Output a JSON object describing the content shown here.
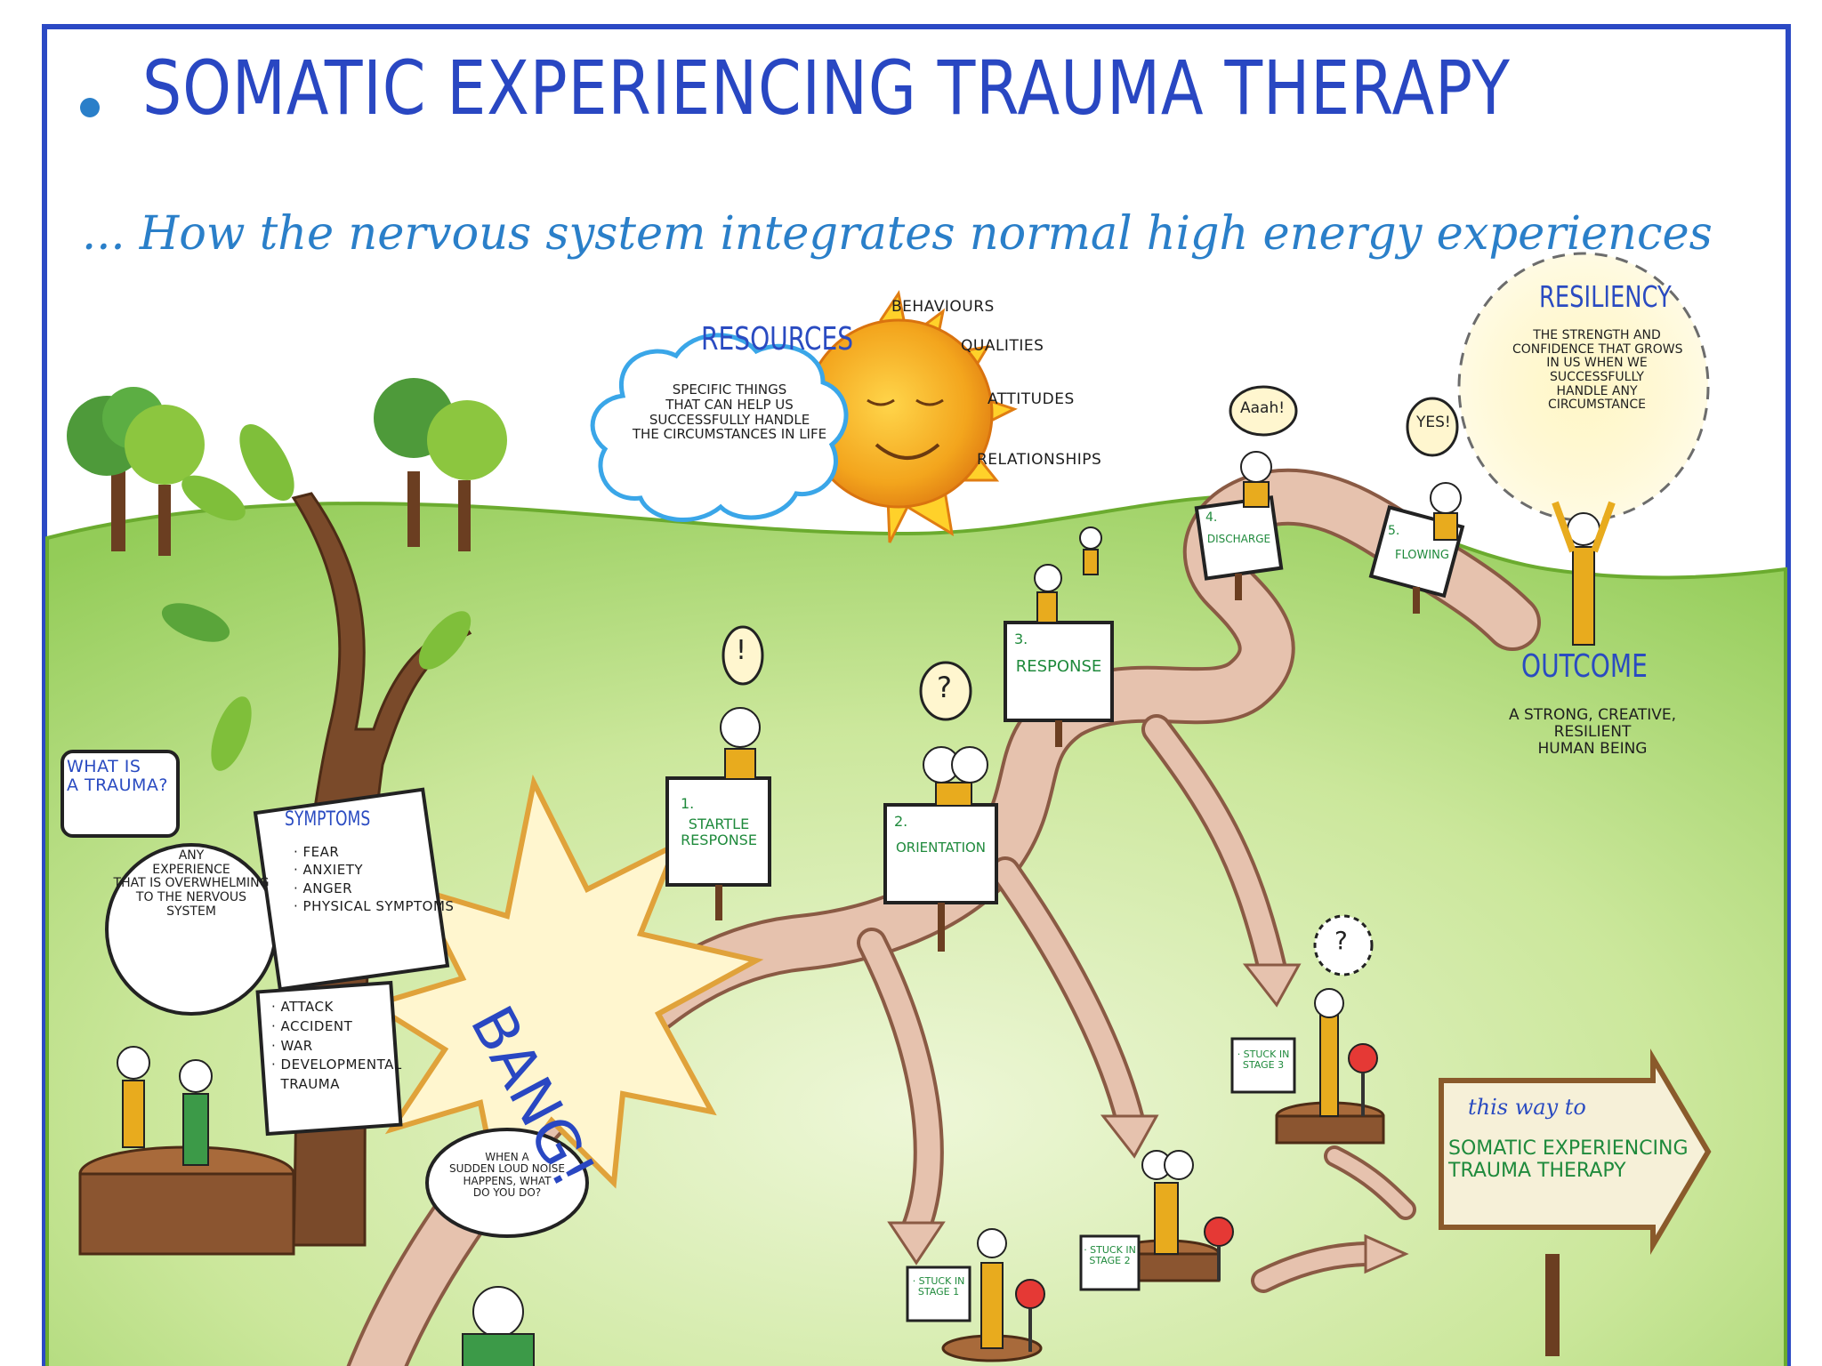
{
  "title": "SOMATIC EXPERIENCING TRAUMA THERAPY",
  "subtitle": "... How the nervous system integrates normal high energy experiences",
  "resources": {
    "heading": "RESOURCES",
    "text": "SPECIFIC THINGS\nTHAT CAN HELP US\nSUCCESSFULLY HANDLE\nTHE CIRCUMSTANCES IN LIFE",
    "rays": [
      "BEHAVIOURS",
      "QUALITIES",
      "ATTITUDES",
      "RELATIONSHIPS"
    ]
  },
  "resiliency": {
    "heading": "RESILIENCY",
    "text": "THE STRENGTH AND\nCONFIDENCE THAT GROWS\nIN US WHEN WE\nSUCCESSFULLY\nHANDLE ANY\nCIRCUMSTANCE"
  },
  "outcome": {
    "heading": "OUTCOME",
    "text": "A STRONG, CREATIVE,\nRESILIENT\nHUMAN BEING"
  },
  "trauma": {
    "question": "WHAT IS\nA TRAUMA?",
    "answer": "ANY\nEXPERIENCE\nTHAT IS OVERWHELMING\nTO THE NERVOUS\nSYSTEM",
    "symptoms_heading": "SYMPTOMS",
    "symptoms": "· FEAR\n· ANXIETY\n· ANGER\n· PHYSICAL SYMPTOMS",
    "causes": "· ATTACK\n· ACCIDENT\n· WAR\n· DEVELOPMENTAL\n  TRAUMA"
  },
  "bang": "BANG!",
  "loud_noise_question": "WHEN A\nSUDDEN LOUD NOISE\nHAPPENS, WHAT\nDO YOU DO?",
  "stages": [
    {
      "number": "1.",
      "label": "STARTLE\nRESPONSE",
      "bubble": "!"
    },
    {
      "number": "2.",
      "label": "ORIENTATION",
      "bubble": "?"
    },
    {
      "number": "3.",
      "label": "RESPONSE",
      "bubble": ""
    },
    {
      "number": "4.",
      "label": "DISCHARGE",
      "bubble": "Aaah!"
    },
    {
      "number": "5.",
      "label": "FLOWING",
      "bubble": "YES!"
    }
  ],
  "stuck": [
    {
      "label": "· STUCK IN\nSTAGE 1"
    },
    {
      "label": "· STUCK IN\nSTAGE 2"
    },
    {
      "label": "· STUCK IN\nSTAGE 3"
    }
  ],
  "signpost": {
    "line1": "this way to",
    "line2": "SOMATIC EXPERIENCING\nTRAUMA THERAPY"
  },
  "colors": {
    "frame": "#2b49c4",
    "title": "#2947c2",
    "subtitle": "#2a7fc9",
    "grass": "#a9d66f",
    "path": "#dcb6a0",
    "figure": "#e8ab1e",
    "sign_text": "#1f8a3c",
    "sun": "#f2a21a",
    "cloud_outline": "#3aa6e8"
  }
}
